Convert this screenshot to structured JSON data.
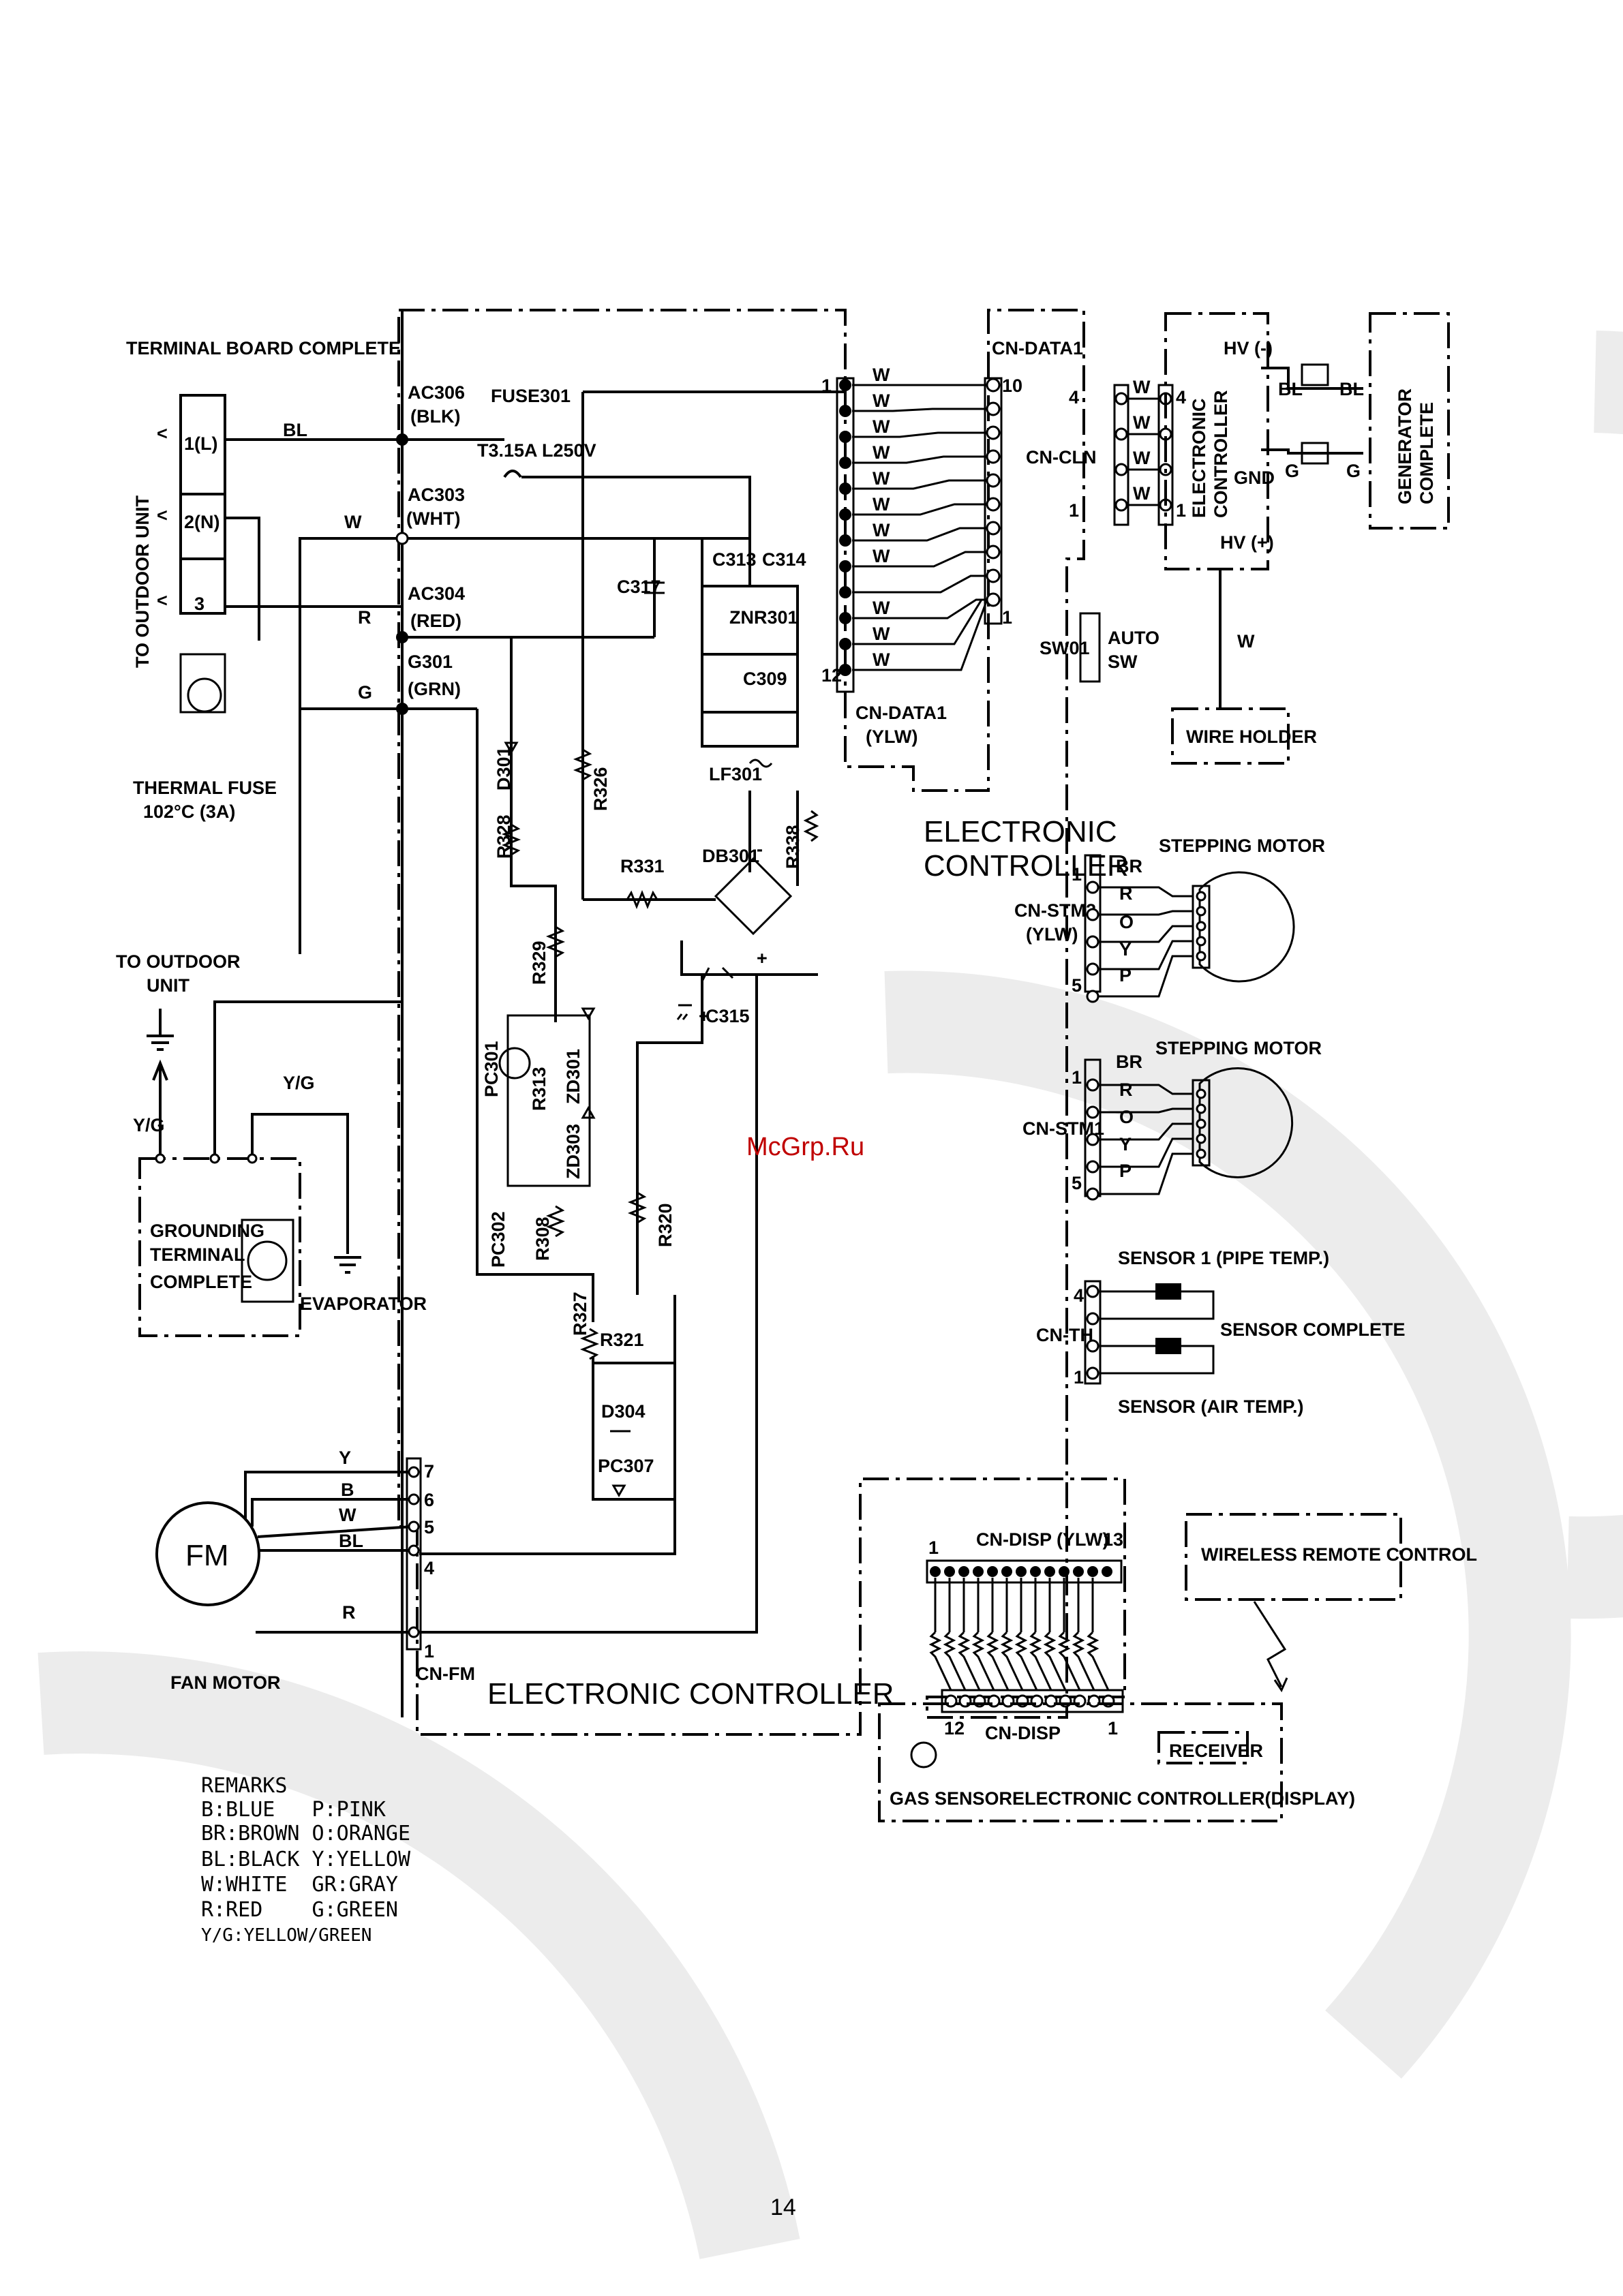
{
  "terminal_board": {
    "title": "TERMINAL BOARD COMPLETE",
    "terminals": [
      "1(L)",
      "2(N)",
      "3"
    ],
    "side_label": "TO OUTDOOR UNIT",
    "thermal_fuse": [
      "THERMAL FUSE",
      "102°C (3A)"
    ]
  },
  "wires": {
    "bl": "BL",
    "w": "W",
    "r": "R",
    "g": "G",
    "y": "Y",
    "b": "B",
    "yg": "Y/G"
  },
  "power_nodes": {
    "ac306": [
      "AC306",
      "(BLK)"
    ],
    "ac303": [
      "AC303",
      "(WHT)"
    ],
    "ac304": [
      "AC304",
      "(RED)"
    ],
    "g301": [
      "G301",
      "(GRN)"
    ],
    "fuse": [
      "FUSE301",
      "T3.15A L250V"
    ]
  },
  "components": {
    "c317": "C317",
    "c313": "C313",
    "c314": "C314",
    "znr301": "ZNR301",
    "c309": "C309",
    "lf301": "LF301",
    "r338": "R338",
    "db301": "DB301",
    "r331": "R331",
    "r326": "R326",
    "d301": "D301",
    "r328": "R328",
    "r329": "R329",
    "pc301": "PC301",
    "r313": "R313",
    "zd301": "ZD301",
    "zd303": "ZD303",
    "pc302": "PC302",
    "r308": "R308",
    "r320": "R320",
    "c315": "C315",
    "r327": "R327",
    "r321": "R321",
    "d304": "D304",
    "pc307": "PC307",
    "plus": "+",
    "minus": "-"
  },
  "cn_data": {
    "top": "CN-DATA1",
    "bottom": [
      "CN-DATA1",
      "(YLW)"
    ],
    "pin_1": "1",
    "pin_10": "10",
    "pin_12": "12",
    "pin_first": "1"
  },
  "cn_cln": {
    "label": "CN-CLN",
    "pin_4": "4",
    "pin_1": "1"
  },
  "generator": {
    "controller": [
      "ELECTRONIC",
      "CONTROLLER"
    ],
    "hv_minus": "HV (-)",
    "gnd": "GND",
    "hv_plus": "HV (+)",
    "complete": [
      "GENERATOR",
      "COMPLETE"
    ]
  },
  "sw01": {
    "label": "SW01",
    "name": [
      "AUTO",
      "SW"
    ]
  },
  "wire_holder": "WIRE HOLDER",
  "main_controller": [
    "ELECTRONIC",
    "CONTROLLER"
  ],
  "stepping_motor_top": {
    "title": "STEPPING MOTOR",
    "connector": [
      "CN-STM2",
      "(YLW)"
    ],
    "wires": [
      "BR",
      "R",
      "O",
      "Y",
      "P"
    ],
    "pin_1": "1",
    "pin_5": "5"
  },
  "stepping_motor_bottom": {
    "title": "STEPPING MOTOR",
    "connector": "CN-STM1",
    "wires": [
      "BR",
      "R",
      "O",
      "Y",
      "P"
    ],
    "pin_1": "1",
    "pin_5": "5"
  },
  "sensor": {
    "pipe": "SENSOR 1 (PIPE TEMP.)",
    "complete": "SENSOR COMPLETE",
    "air": "SENSOR (AIR TEMP.)",
    "connector": "CN-TH",
    "pin_4": "4",
    "pin_1": "1"
  },
  "grounding": {
    "to_outdoor": [
      "TO OUTDOOR",
      "UNIT"
    ],
    "terminal": [
      "GROUNDING",
      "TERMINAL",
      "COMPLETE"
    ],
    "evaporator": "EVAPORATOR"
  },
  "fan_motor": {
    "symbol": "FM",
    "name": "FAN MOTOR",
    "connector": "CN-FM",
    "pins": [
      "7",
      "6",
      "5",
      "4",
      "1"
    ]
  },
  "controller_label": "ELECTRONIC CONTROLLER",
  "display": {
    "cn_disp_top": "CN-DISP (YLW)",
    "pin_1": "1",
    "pin_13": "13",
    "cn_disp_bottom": "CN-DISP",
    "pin_12": "12",
    "pin_1b": "1",
    "receiver": "RECEIVER",
    "gas_sensor": "GAS SENSOR",
    "controller": "ELECTRONIC CONTROLLER(DISPLAY)",
    "wireless": "WIRELESS REMOTE CONTROL"
  },
  "remarks": {
    "title": "REMARKS",
    "lines": [
      "B:BLUE   P:PINK",
      "BR:BROWN O:ORANGE",
      "BL:BLACK Y:YELLOW",
      "W:WHITE  GR:GRAY",
      "R:RED    G:GREEN",
      "Y/G:YELLOW/GREEN"
    ]
  },
  "watermark": "McGrp.Ru",
  "page_number": "14"
}
